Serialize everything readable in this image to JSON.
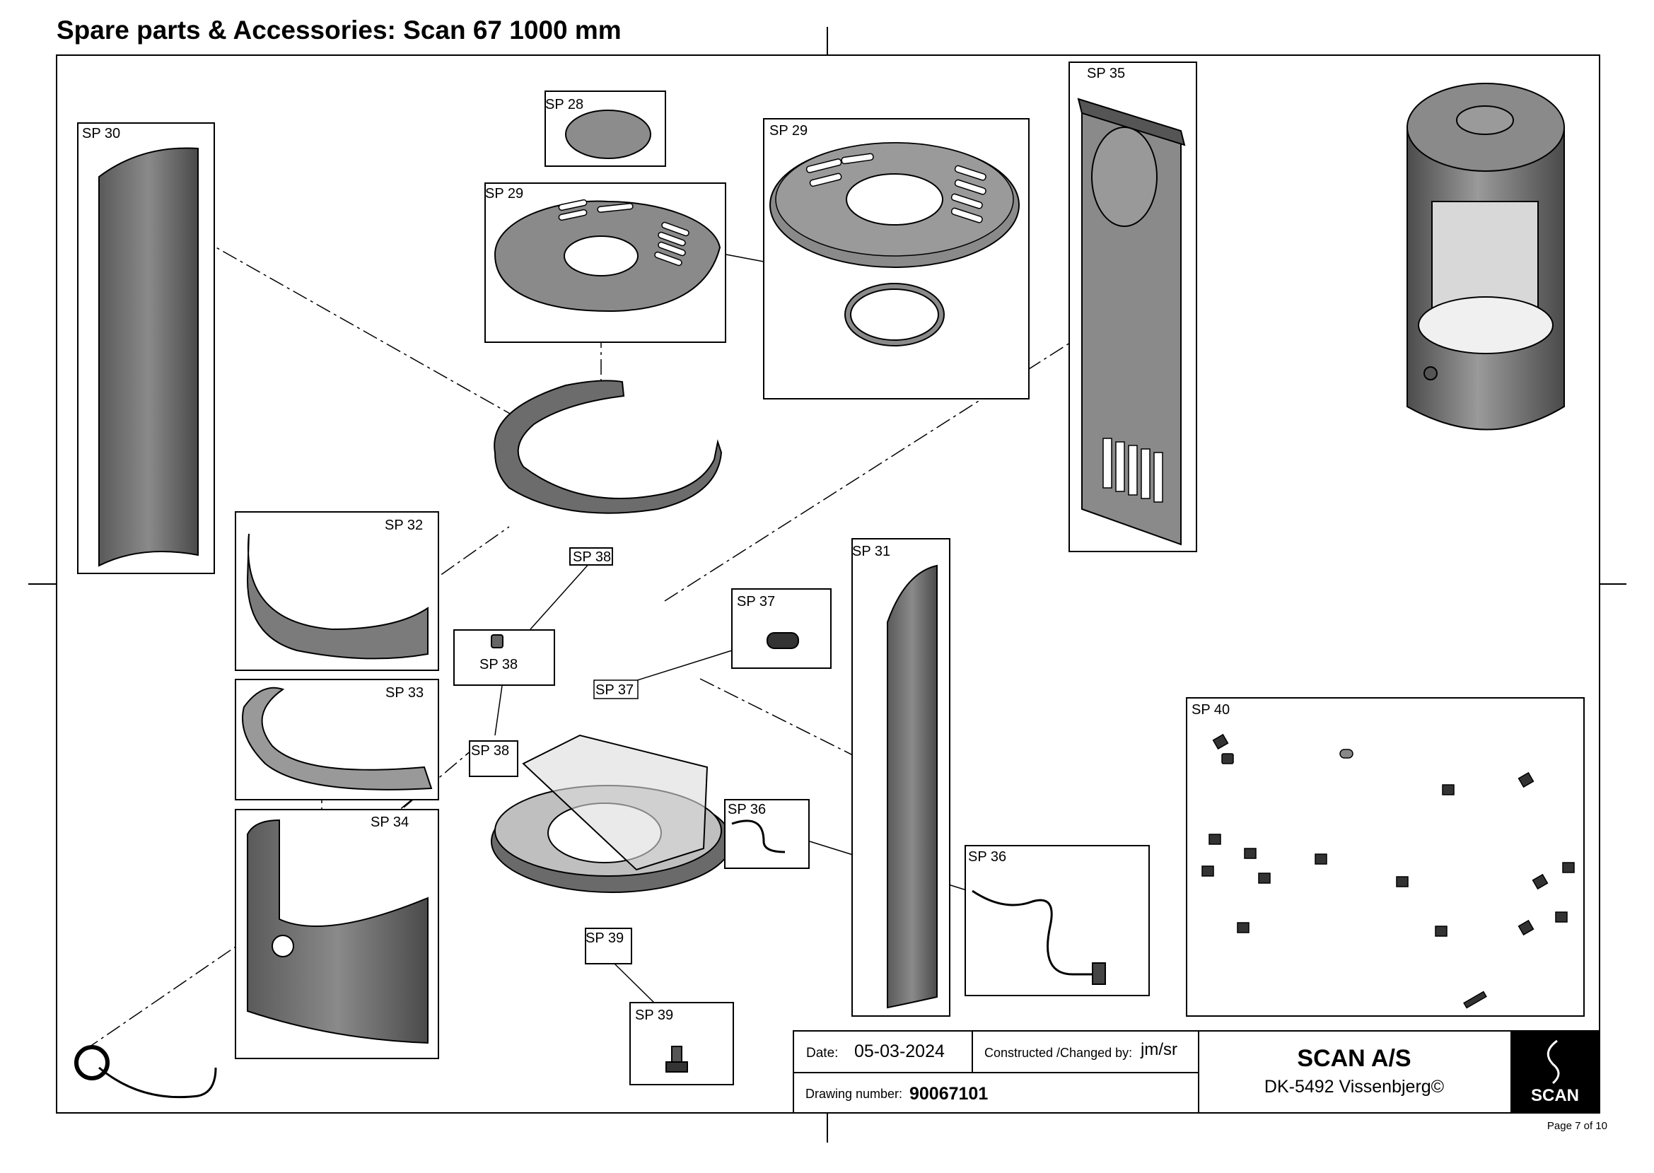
{
  "title": "Spare parts & Accessories: Scan 67 1000 mm",
  "callouts": {
    "sp28": "SP 28",
    "sp29_left": "SP 29",
    "sp29_right": "SP 29",
    "sp30": "SP 30",
    "sp31": "SP 31",
    "sp32": "SP 32",
    "sp33": "SP 33",
    "sp34": "SP 34",
    "sp35": "SP 35",
    "sp36_small": "SP 36",
    "sp36_large": "SP 36",
    "sp37_small": "SP 37",
    "sp37_large": "SP 37",
    "sp38_top": "SP 38",
    "sp38_mid": "SP 38",
    "sp38_low": "SP 38",
    "sp39_small": "SP 39",
    "sp39_large": "SP 39",
    "sp40": "SP 40"
  },
  "title_block": {
    "date_label": "Date:",
    "date_value": "05-03-2024",
    "constructed_label": "Constructed /Changed by:",
    "constructed_value": "jm/sr",
    "drawing_label": "Drawing number:",
    "drawing_value": "90067101",
    "company": "SCAN  A/S",
    "address": "DK-5492 Vissenbjerg©",
    "logo_text": "SCAN"
  },
  "footer": "Page 7 of 10"
}
